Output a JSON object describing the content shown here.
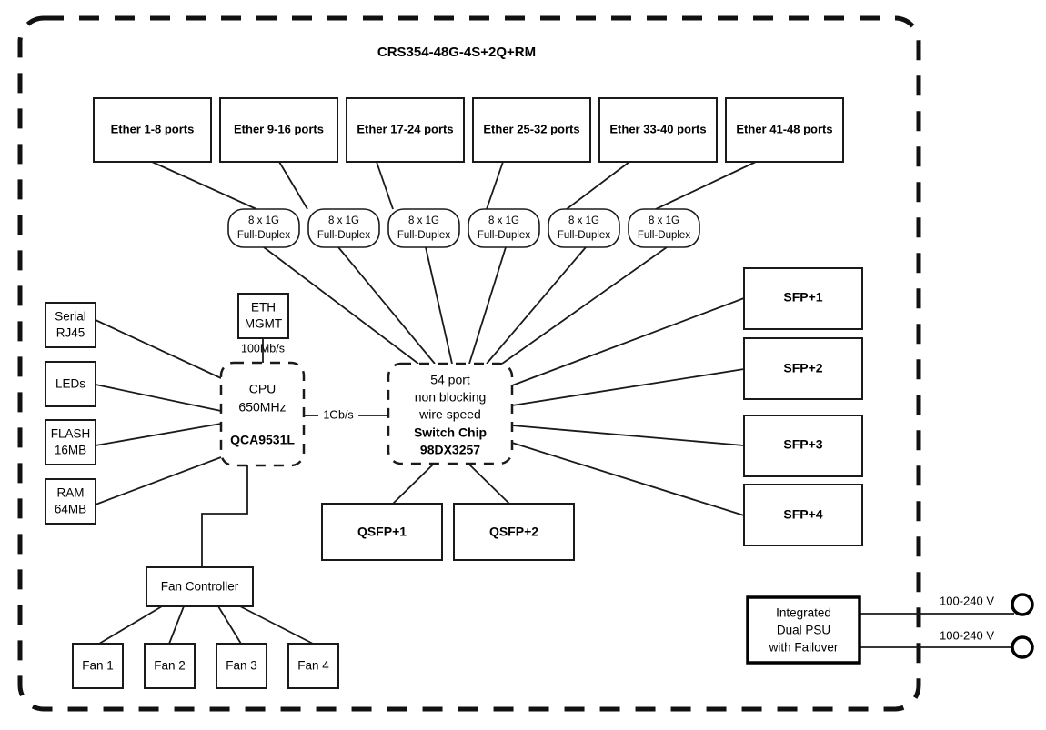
{
  "diagram": {
    "title": "CRS354-48G-4S+2Q+RM",
    "enclosure_label": "device-boundary-dashed"
  },
  "ether_ports": [
    {
      "label": "Ether 1-8 ports"
    },
    {
      "label": "Ether 9-16 ports"
    },
    {
      "label": "Ether 17-24 ports"
    },
    {
      "label": "Ether 25-32 ports"
    },
    {
      "label": "Ether 33-40 ports"
    },
    {
      "label": "Ether 41-48 ports"
    }
  ],
  "link_pills": [
    {
      "line1": "8 x 1G",
      "line2": "Full-Duplex"
    },
    {
      "line1": "8 x 1G",
      "line2": "Full-Duplex"
    },
    {
      "line1": "8 x 1G",
      "line2": "Full-Duplex"
    },
    {
      "line1": "8 x 1G",
      "line2": "Full-Duplex"
    },
    {
      "line1": "8 x 1G",
      "line2": "Full-Duplex"
    },
    {
      "line1": "8 x 1G",
      "line2": "Full-Duplex"
    }
  ],
  "peripherals": [
    {
      "line1": "Serial",
      "line2": "RJ45"
    },
    {
      "line1": "LEDs",
      "line2": ""
    },
    {
      "line1": "FLASH",
      "line2": "16MB"
    },
    {
      "line1": "RAM",
      "line2": "64MB"
    }
  ],
  "eth_mgmt": {
    "line1": "ETH",
    "line2": "MGMT",
    "speed_label": "100Mb/s"
  },
  "cpu": {
    "line1": "CPU",
    "line2": "650MHz",
    "line3": "QCA9531L"
  },
  "cpu_switch_link": {
    "label": "1Gb/s"
  },
  "switch_chip": {
    "line1": "54 port",
    "line2": "non blocking",
    "line3": "wire speed",
    "line4": "Switch Chip",
    "line5": "98DX3257"
  },
  "sfp_ports": [
    {
      "label": "SFP+1"
    },
    {
      "label": "SFP+2"
    },
    {
      "label": "SFP+3"
    },
    {
      "label": "SFP+4"
    }
  ],
  "qsfp_ports": [
    {
      "label": "QSFP+1"
    },
    {
      "label": "QSFP+2"
    }
  ],
  "fan_controller": {
    "label": "Fan Controller"
  },
  "fans": [
    {
      "label": "Fan 1"
    },
    {
      "label": "Fan 2"
    },
    {
      "label": "Fan 3"
    },
    {
      "label": "Fan 4"
    }
  ],
  "psu": {
    "line1": "Integrated",
    "line2": "Dual PSU",
    "line3": "with Failover",
    "inputs": [
      {
        "label": "100-240 V"
      },
      {
        "label": "100-240 V"
      }
    ]
  },
  "colors": {
    "background": "#ffffff",
    "stroke": "#1a1a1a",
    "text": "#000000",
    "heavy_stroke": "#000000"
  }
}
